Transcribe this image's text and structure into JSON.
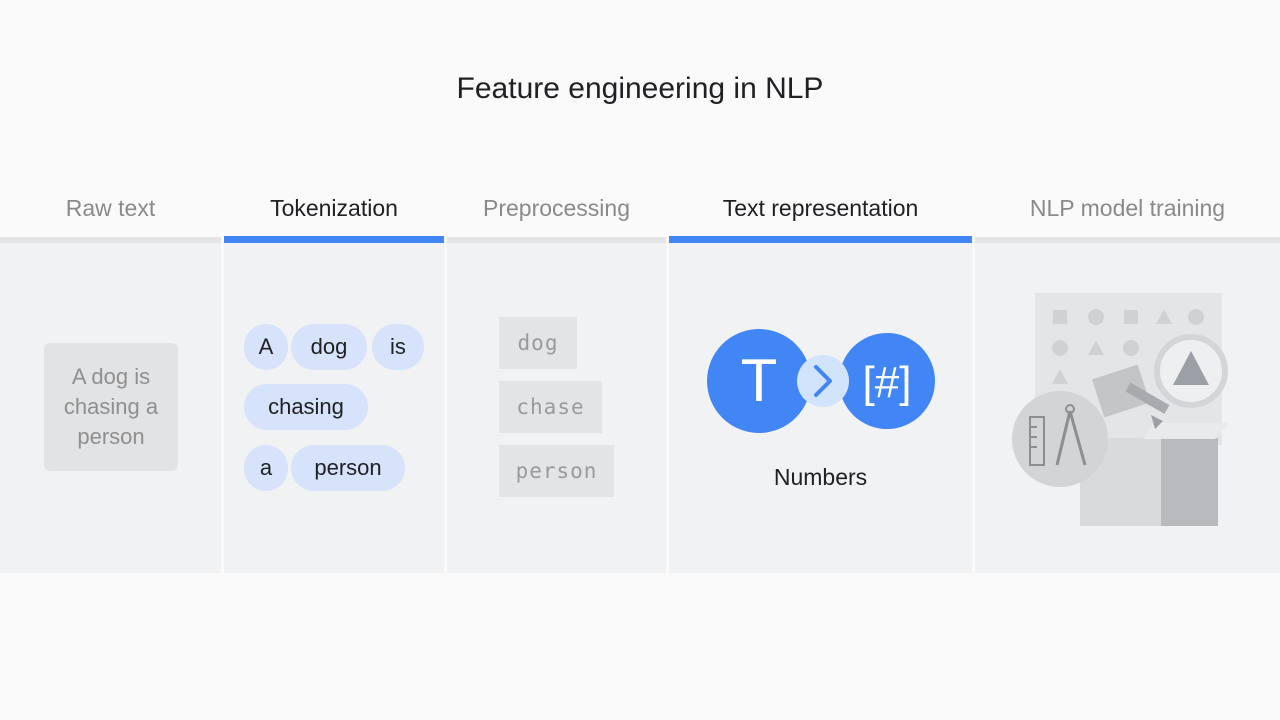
{
  "title": "Feature engineering in NLP",
  "stages": {
    "raw_text": {
      "label": "Raw text",
      "sentence": "A dog is chasing a person"
    },
    "tokenization": {
      "label": "Tokenization",
      "tokens": [
        "A",
        "dog",
        "is",
        "chasing",
        "a",
        "person"
      ]
    },
    "preprocessing": {
      "label": "Preprocessing",
      "terms": [
        "dog",
        "chase",
        "person"
      ]
    },
    "text_representation": {
      "label": "Text representation",
      "symbol_text": "T",
      "symbol_number": "[#]",
      "caption": "Numbers"
    },
    "model_training": {
      "label": "NLP model training"
    }
  },
  "colors": {
    "accent": "#4285f4",
    "token_bg": "#d7e3fb",
    "panel_bg": "#f1f2f4"
  },
  "active_stages": [
    "Tokenization",
    "Text representation"
  ]
}
